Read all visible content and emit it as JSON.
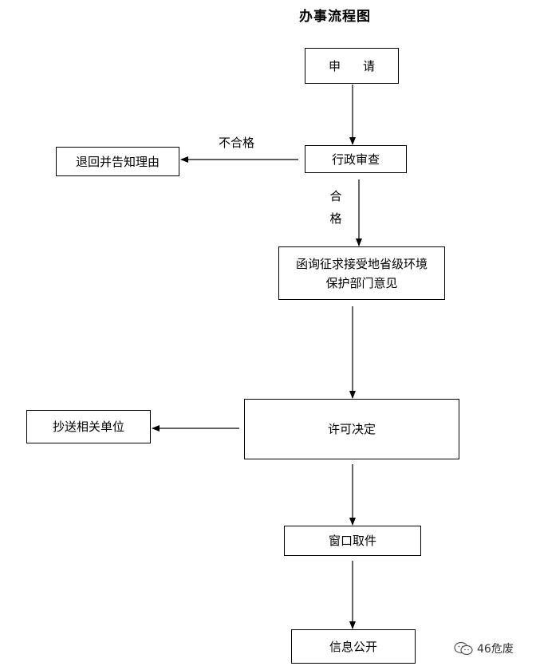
{
  "title": "办事流程图",
  "nodes": {
    "apply": "申请",
    "review": "行政审查",
    "return": "退回并告知理由",
    "consult": "函询征求接受地省级环境保护部门意见",
    "decision": "许可决定",
    "cc": "抄送相关单位",
    "pickup": "窗口取件",
    "disclose": "信息公开"
  },
  "edges": {
    "fail_label": "不合格",
    "pass_label": "合格"
  },
  "watermark": {
    "text": "46危废",
    "icon": "wechat-icon"
  }
}
